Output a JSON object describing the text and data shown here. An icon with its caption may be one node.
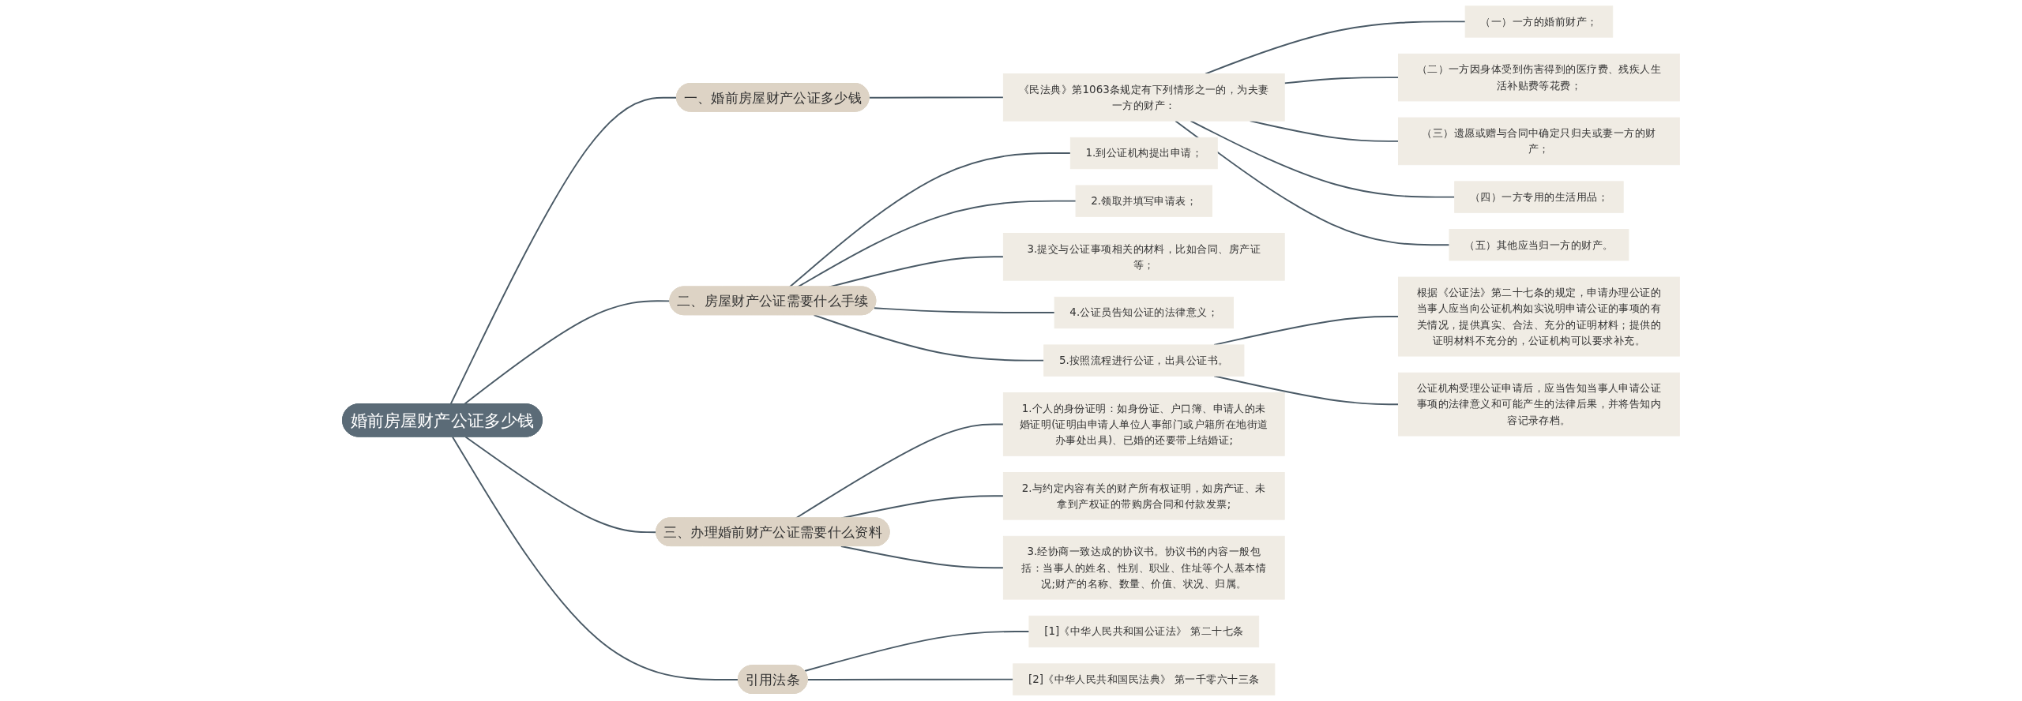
{
  "diagram": {
    "nodes": [
      {
        "text": [
          "婚前房屋财产公证多少钱"
        ]
      },
      {
        "text": [
          "一、婚前房屋财产公证多少钱"
        ]
      },
      {
        "text": [
          "《民法典》第1063条规定有下列情形之一的，为夫妻一方的财产："
        ]
      },
      {
        "text": [
          "（一）一方的婚前财产；"
        ]
      },
      {
        "text": [
          "（二）一方因身体受到伤害得到的医疗费、残疾人生活补贴费等花费；"
        ]
      },
      {
        "text": [
          "（三）遗愿或赠与合同中确定只归夫或妻一方的财产；"
        ]
      },
      {
        "text": [
          "（四）一方专用的生活用品；"
        ]
      },
      {
        "text": [
          "（五）其他应当归一方的财产。"
        ]
      },
      {
        "text": [
          "二、房屋财产公证需要什么手续"
        ]
      },
      {
        "text": [
          "1.到公证机构提出申请；"
        ]
      },
      {
        "text": [
          "2.领取并填写申请表；"
        ]
      },
      {
        "text": [
          "3.提交与公证事项相关的材料，比如合同、房产证等；"
        ]
      },
      {
        "text": [
          "4.公证员告知公证的法律意义；"
        ]
      },
      {
        "text": [
          "5.按照流程进行公证，出具公证书。"
        ]
      },
      {
        "text": [
          "根据《公证法》第二十七条的规定，申请办理公证的当事人应当向公证机构如实说明申请公证的事项的有关情况，提供真实、合法、充分的证明材料；提供的证明材料不充分的，公证机构可以要求补充。"
        ]
      },
      {
        "text": [
          "公证机构受理公证申请后，应当告知当事人申请公证事项的法律意义和可能产生的法律后果，并将告知内容记录存档。"
        ]
      },
      {
        "text": [
          "三、办理婚前财产公证需要什么资料"
        ]
      },
      {
        "text": [
          "1.个人的身份证明：如身份证、户口簿、申请人的未婚证明(证明由申请人单位人事部门或户籍所在地街道办事处出具)、已婚的还要带上结婚证;"
        ]
      },
      {
        "text": [
          "2.与约定内容有关的财产所有权证明，如房产证、未拿到产权证的带购房合同和付款发票;"
        ]
      },
      {
        "text": [
          "3.经协商一致达成的协议书。协议书的内容一般包括：当事人的姓名、性别、职业、住址等个人基本情况;财产的名称、数量、价值、状况、归属。"
        ]
      },
      {
        "text": [
          "引用法条"
        ]
      },
      {
        "text": [
          "[1]《中华人民共和国公证法》 第二十七条"
        ]
      },
      {
        "text": [
          "[2]《中华人民共和国民法典》 第一千零六十三条"
        ]
      }
    ],
    "edges": [
      {
        "from": 0,
        "to": 1,
        "arrow": "none"
      },
      {
        "from": 1,
        "to": 2,
        "arrow": "none"
      },
      {
        "from": 2,
        "to": 3,
        "arrow": "none"
      },
      {
        "from": 2,
        "to": 4,
        "arrow": "none"
      },
      {
        "from": 2,
        "to": 5,
        "arrow": "none"
      },
      {
        "from": 2,
        "to": 6,
        "arrow": "none"
      },
      {
        "from": 2,
        "to": 7,
        "arrow": "none"
      },
      {
        "from": 0,
        "to": 8,
        "arrow": "none"
      },
      {
        "from": 8,
        "to": 9,
        "arrow": "none"
      },
      {
        "from": 8,
        "to": 10,
        "arrow": "none"
      },
      {
        "from": 8,
        "to": 11,
        "arrow": "none"
      },
      {
        "from": 8,
        "to": 12,
        "arrow": "none"
      },
      {
        "from": 8,
        "to": 13,
        "arrow": "none"
      },
      {
        "from": 13,
        "to": 14,
        "arrow": "none"
      },
      {
        "from": 13,
        "to": 15,
        "arrow": "none"
      },
      {
        "from": 0,
        "to": 16,
        "arrow": "none"
      },
      {
        "from": 16,
        "to": 17,
        "arrow": "none"
      },
      {
        "from": 16,
        "to": 18,
        "arrow": "none"
      },
      {
        "from": 16,
        "to": 19,
        "arrow": "none"
      },
      {
        "from": 0,
        "to": 20,
        "arrow": "none"
      },
      {
        "from": 20,
        "to": 21,
        "arrow": "none"
      },
      {
        "from": 20,
        "to": 22,
        "arrow": "none"
      }
    ]
  }
}
